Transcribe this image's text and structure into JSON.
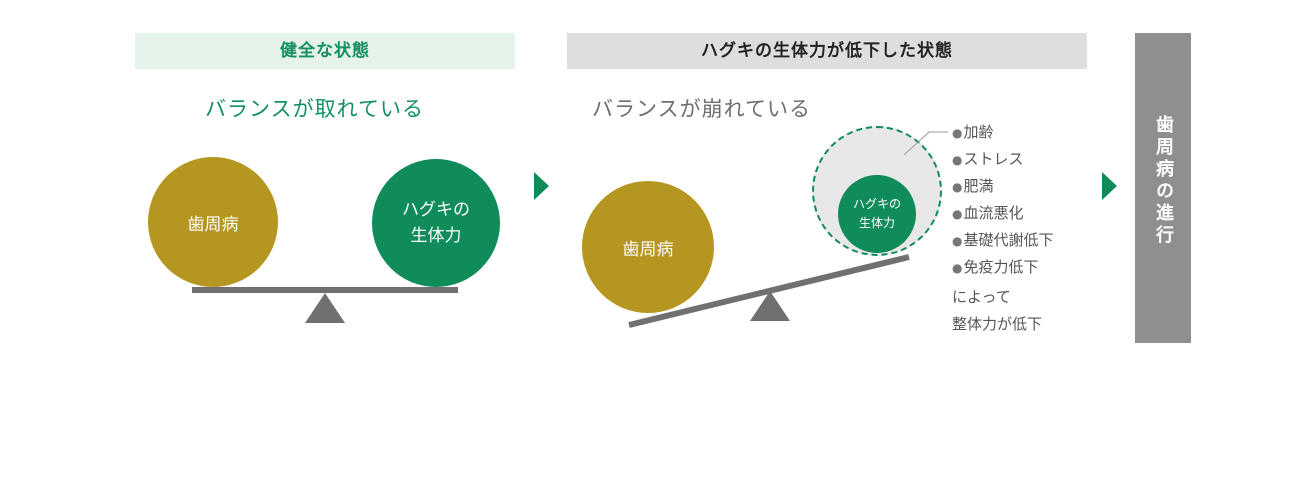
{
  "healthy": {
    "header": "健全な状態",
    "subtitle": "バランスが取れている",
    "left_ball": "歯周病",
    "right_ball": "ハグキの\n生体力"
  },
  "weakened": {
    "header": "ハグキの生体力が低下した状態",
    "subtitle": "バランスが崩れている",
    "left_ball": "歯周病",
    "right_ball": "ハグキの\n生体力",
    "factors": [
      "加齢",
      "ストレス",
      "肥満",
      "血流悪化",
      "基礎代謝低下",
      "免疫力低下"
    ],
    "result": "によって\n整体力が低下"
  },
  "progression": "歯周病の進行",
  "colors": {
    "green": "#0f8c5a",
    "gold": "#b59620",
    "gray": "#707070",
    "progress_bg": "#8f8f8f"
  }
}
